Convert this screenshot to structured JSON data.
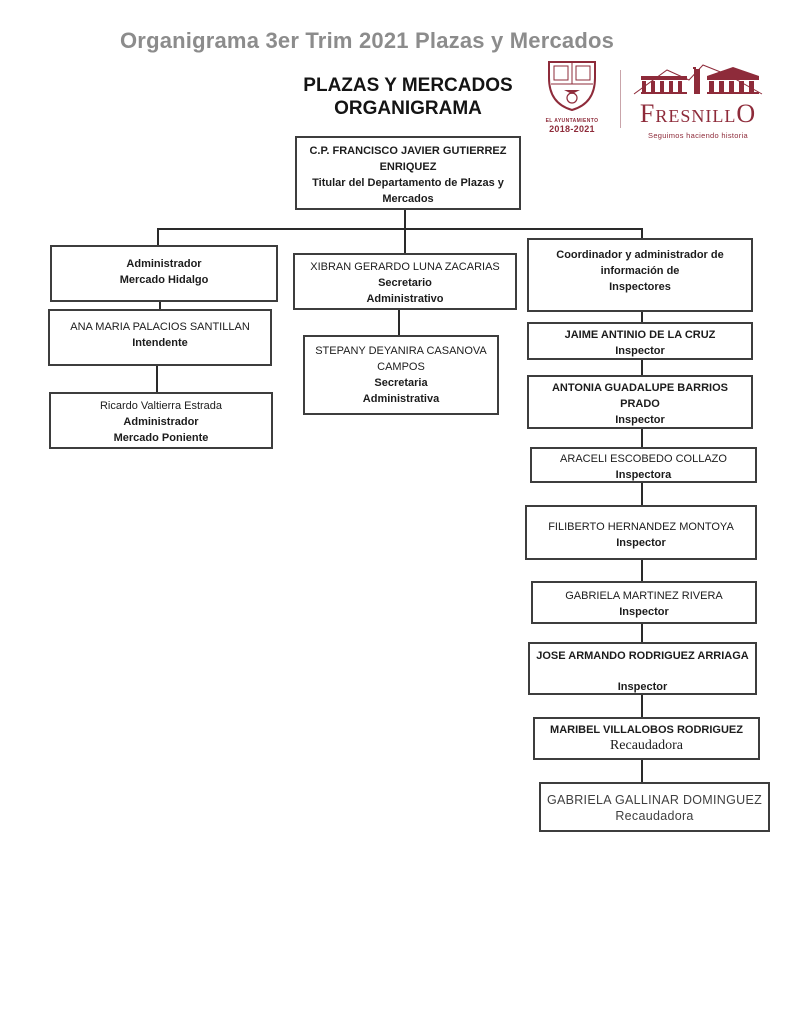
{
  "page": {
    "title": "Organigrama 3er Trim 2021 Plazas y Mercados",
    "colors": {
      "brand_maroon": "#8e2b3a",
      "title_gray": "#8c8c8c",
      "box_border": "#3d3d3d",
      "line_black": "#2a2a2a"
    }
  },
  "header": {
    "line1": "PLAZAS Y MERCADOS",
    "line2": "ORGANIGRAMA"
  },
  "logos": {
    "ayuntamiento": {
      "caption_line1": "EL AYUNTAMIENTO",
      "caption_line2": "2018-2021"
    },
    "fresnillo": {
      "name_f": "F",
      "name_mid": "RESNILL",
      "name_o": "O",
      "tagline": "Seguimos haciendo historia"
    }
  },
  "orgchart": {
    "titular": {
      "lines": [
        "C.P. FRANCISCO JAVIER GUTIERREZ",
        "ENRIQUEZ",
        "Titular del Departamento de Plazas y",
        "Mercados"
      ]
    },
    "admin_hidalgo": {
      "lines": [
        "Administrador",
        "Mercado Hidalgo"
      ]
    },
    "intendente": {
      "lines": [
        "ANA MARIA PALACIOS SANTILLAN",
        "Intendente"
      ]
    },
    "admin_poniente": {
      "lines": [
        "Ricardo Valtierra Estrada",
        "Administrador",
        "Mercado Poniente"
      ]
    },
    "secretario": {
      "lines": [
        "XIBRAN GERARDO LUNA ZACARIAS",
        "Secretario",
        "Administrativo"
      ]
    },
    "secretaria": {
      "lines": [
        "STEPANY DEYANIRA CASANOVA",
        "CAMPOS",
        "Secretaria",
        "Administrativa"
      ]
    },
    "coordinador": {
      "lines": [
        "Coordinador y administrador de",
        "información de",
        "Inspectores"
      ]
    },
    "jaime": {
      "lines": [
        "JAIME ANTINIO DE LA CRUZ",
        "Inspector"
      ]
    },
    "antonia": {
      "lines": [
        "ANTONIA GUADALUPE BARRIOS",
        "PRADO",
        "Inspector"
      ]
    },
    "araceli": {
      "lines": [
        "ARACELI ESCOBEDO COLLAZO",
        "Inspectora"
      ]
    },
    "filiberto": {
      "lines": [
        "FILIBERTO HERNANDEZ MONTOYA",
        "Inspector"
      ]
    },
    "gabriela_martinez": {
      "lines": [
        "GABRIELA MARTINEZ RIVERA",
        "Inspector"
      ]
    },
    "jose_armando": {
      "lines": [
        "JOSE ARMANDO RODRIGUEZ ARRIAGA",
        "",
        "Inspector"
      ]
    },
    "maribel": {
      "lines": [
        "MARIBEL VILLALOBOS RODRIGUEZ",
        "Recaudadora"
      ]
    },
    "gabriela_gallinar": {
      "lines": [
        "GABRIELA GALLINAR DOMINGUEZ",
        "Recaudadora"
      ]
    }
  }
}
